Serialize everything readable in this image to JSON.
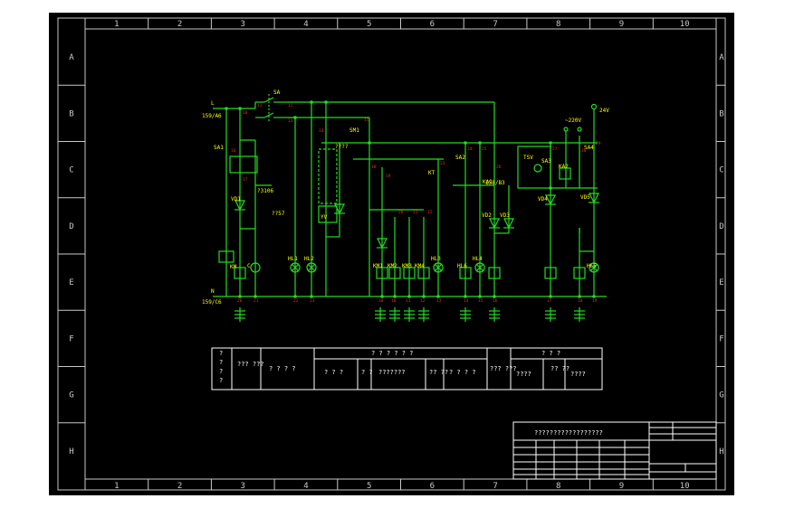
{
  "colors": {
    "frame": "#c8c8c8",
    "wire": "#22dd22",
    "label": "#ffff00",
    "terminal": "#ff2222",
    "table": "#ffffff"
  },
  "frame": {
    "columns": [
      "1",
      "2",
      "3",
      "4",
      "5",
      "6",
      "7",
      "8",
      "9",
      "10"
    ],
    "rows": [
      "A",
      "B",
      "C",
      "D",
      "E",
      "F",
      "G",
      "H"
    ]
  },
  "circuit": {
    "left_top": "L",
    "left_top_ref": "159/A6",
    "left_bottom": "N",
    "left_bottom_ref": "159/C6",
    "right_top_ref": "158/B3",
    "supply_24v": "24V",
    "supply_220v": "~220V",
    "components": {
      "sa": "SA",
      "sa1": "SA1",
      "sa2": "SA2",
      "sa3": "SA3",
      "sa4": "SA4",
      "sm": "SM1",
      "ka": "KA1",
      "ka2": "KA2",
      "kt": "KT",
      "km": "KM",
      "km1": "KM1",
      "km2": "KM2",
      "km3": "KM3",
      "km4": "KM4",
      "ht": "HL1",
      "ht2": "HL2",
      "ht3": "HL3",
      "ht4": "HL4",
      "ht5": "HL5",
      "ht6": "HL6",
      "vd": "VD1",
      "vd2": "VD2",
      "vd3": "VD3",
      "vd4": "VD4",
      "vd5": "VD5",
      "yv": "YV",
      "tsv": "TSV",
      "c": "C",
      "q1": "?3106",
      "q2": "??57",
      "q3": "????"
    },
    "terminals": [
      "10",
      "11",
      "12",
      "13",
      "14",
      "15",
      "16",
      "17",
      "18",
      "19",
      "20",
      "21",
      "22",
      "23",
      "24",
      "25",
      "26",
      "27",
      "28",
      "29",
      "30"
    ]
  },
  "legend_table": {
    "col0": [
      "?",
      "?",
      "?",
      "?"
    ],
    "col1": "???\n???",
    "col2": "? ? ? ?",
    "header_group": "? ? ? ? ? ?",
    "sub1": "? ? ?",
    "sub2": "?\n?",
    "sub3": "???????",
    "sub4": "??\n??",
    "sub5": "? ? ? ?",
    "col_ctrl": "???\n???",
    "header_group2": "? ? ?",
    "sub6": "????",
    "sub7": "??\n??",
    "sub8": "????"
  },
  "title_block": {
    "title": "??????????????????"
  }
}
